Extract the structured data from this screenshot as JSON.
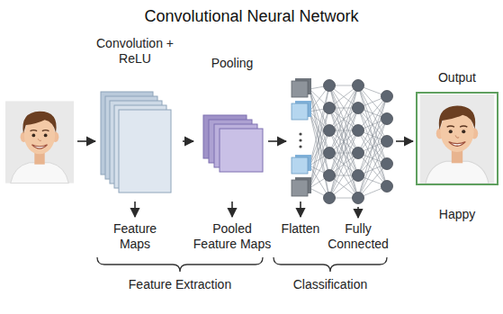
{
  "diagram": {
    "title": "Convolutional Neural Network",
    "nodes": [
      {
        "text": [
          "Convolution + ReLU"
        ]
      },
      {
        "text": [
          "Pooling"
        ]
      },
      {
        "text": [
          "Output",
          "Happy"
        ]
      }
    ],
    "edges": [
      {
        "from": 0,
        "to": 1,
        "arrow": "to"
      }
    ],
    "labels": [
      "Feature Maps",
      "Pooled Feature Maps",
      "Flatten",
      "Fully Connected",
      "Feature Extraction",
      "Classification"
    ]
  }
}
